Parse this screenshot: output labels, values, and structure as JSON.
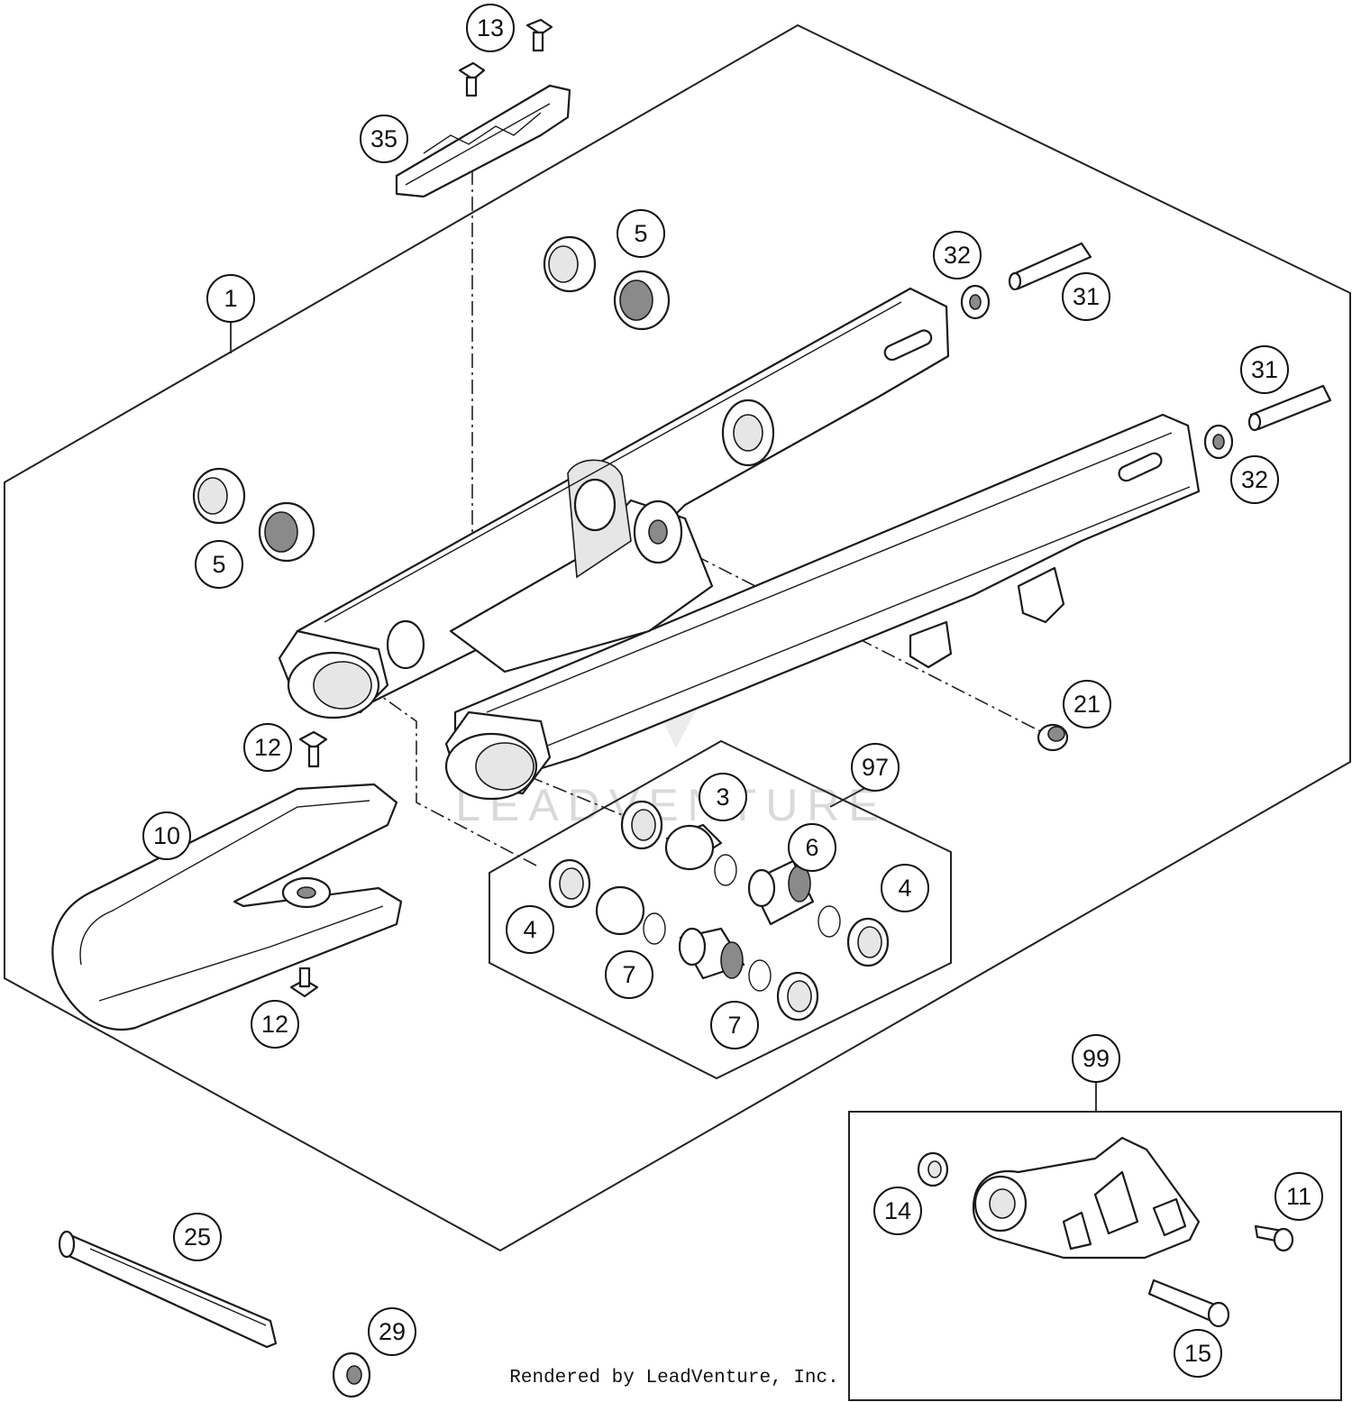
{
  "credit": "Rendered by LeadVenture, Inc.",
  "watermark": "LEADVENTURE",
  "callouts": [
    {
      "label": "13"
    },
    {
      "label": "35"
    },
    {
      "label": "5"
    },
    {
      "label": "32"
    },
    {
      "label": "31"
    },
    {
      "label": "1"
    },
    {
      "label": "31"
    },
    {
      "label": "32"
    },
    {
      "label": "5"
    },
    {
      "label": "21"
    },
    {
      "label": "12"
    },
    {
      "label": "97"
    },
    {
      "label": "10"
    },
    {
      "label": "3"
    },
    {
      "label": "6"
    },
    {
      "label": "4"
    },
    {
      "label": "4"
    },
    {
      "label": "7"
    },
    {
      "label": "12"
    },
    {
      "label": "7"
    },
    {
      "label": "99"
    },
    {
      "label": "14"
    },
    {
      "label": "11"
    },
    {
      "label": "25"
    },
    {
      "label": "29"
    },
    {
      "label": "15"
    }
  ]
}
